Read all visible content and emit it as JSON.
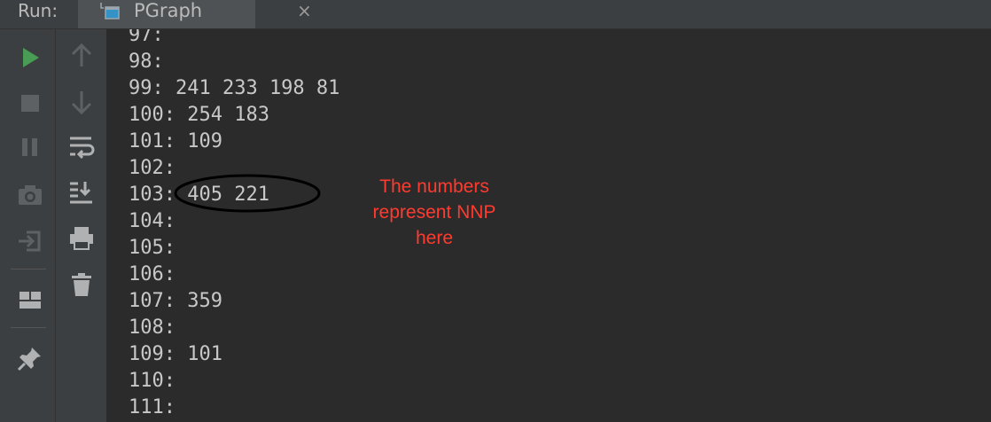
{
  "run_panel": {
    "label": "Run:",
    "tab": {
      "label": "PGraph",
      "close_glyph": "×"
    }
  },
  "toolbar": {
    "left_icons": [
      "run-icon",
      "stop-icon",
      "pause-icon",
      "camera-icon",
      "login-icon",
      "layout-icon",
      "pin-icon"
    ],
    "right_icons": [
      "up-arrow-icon",
      "down-arrow-icon",
      "soft-wrap-icon",
      "scroll-to-end-icon",
      "print-icon",
      "trash-icon"
    ]
  },
  "console": {
    "lines": [
      "97:",
      "98:",
      "99: 241 233 198 81",
      "100: 254 183",
      "101: 109",
      "102:",
      "103: 405 221",
      "104:",
      "105:",
      "106:",
      "107: 359",
      "108:",
      "109: 101",
      "110:",
      "111:"
    ]
  },
  "annotation": {
    "lines": [
      "The numbers",
      "represent NNP",
      "here"
    ],
    "color": "#ff3b30"
  },
  "colors": {
    "run_green": "#499c54",
    "icon_gray": "#afb1b3",
    "disabled_gray": "#5e6163"
  }
}
